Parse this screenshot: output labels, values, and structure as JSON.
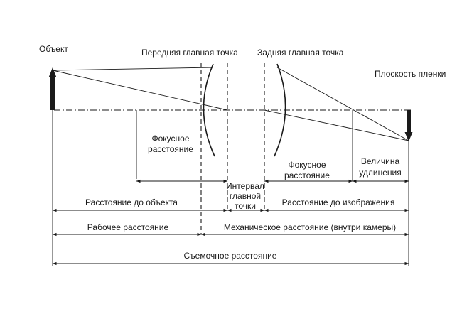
{
  "labels": {
    "object": "Объект",
    "front_principal_point": "Передняя главная точка",
    "rear_principal_point": "Задняя главная точка",
    "film_plane": "Плоскость пленки",
    "focal_length_front_1": "Фокусное",
    "focal_length_front_2": "расстояние",
    "focal_length_rear_1": "Фокусное",
    "focal_length_rear_2": "расстояние",
    "extension_1": "Величина",
    "extension_2": "удлинения",
    "principal_interval_1": "Интервал",
    "principal_interval_2": "главной",
    "principal_interval_3": "точки",
    "object_distance": "Расстояние до объекта",
    "image_distance": "Расстояние до изображения",
    "working_distance": "Рабочее расстояние",
    "mechanical_distance": "Механическое расстояние (внутри камеры)",
    "shooting_distance": "Съемочное расстояние"
  }
}
